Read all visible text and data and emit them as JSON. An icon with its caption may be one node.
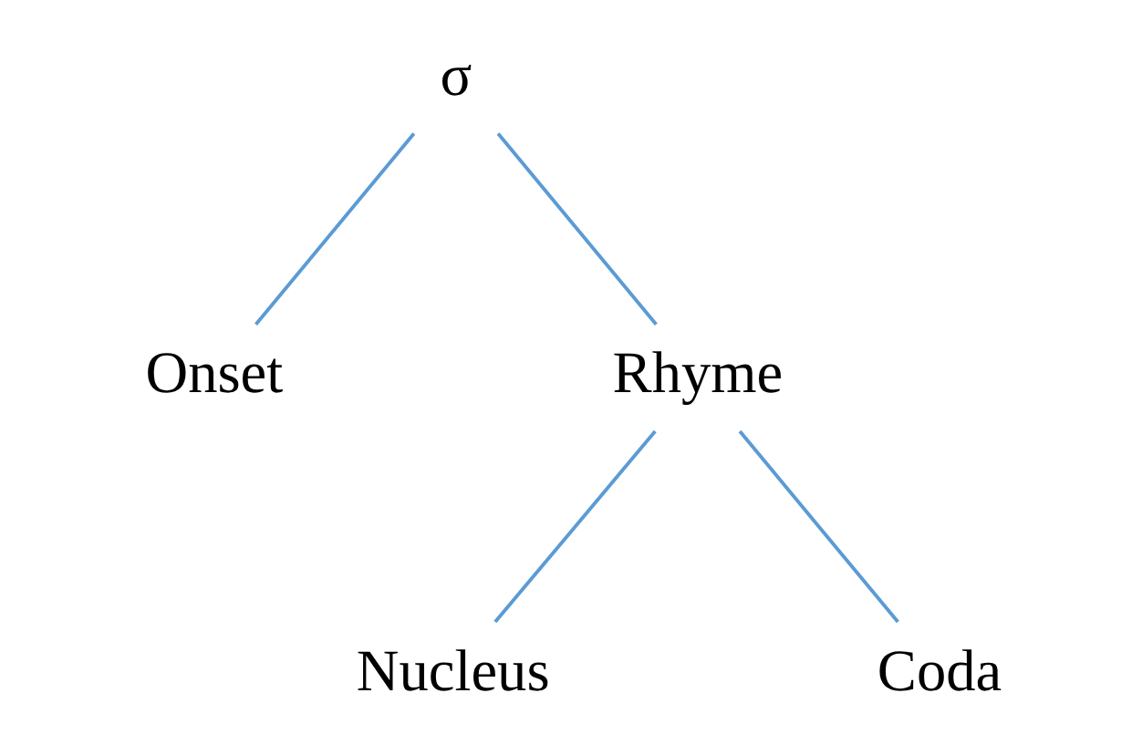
{
  "diagram": {
    "nodes": [
      {
        "text": [
          "σ"
        ]
      },
      {
        "text": [
          "Onset"
        ]
      },
      {
        "text": [
          "Rhyme"
        ]
      },
      {
        "text": [
          "Nucleus"
        ]
      },
      {
        "text": [
          "Coda"
        ]
      }
    ],
    "edges": [
      {
        "from": 0,
        "to": 1,
        "arrow": "none"
      },
      {
        "from": 0,
        "to": 2,
        "arrow": "none"
      },
      {
        "from": 2,
        "to": 3,
        "arrow": "none"
      },
      {
        "from": 2,
        "to": 4,
        "arrow": "none"
      }
    ]
  }
}
